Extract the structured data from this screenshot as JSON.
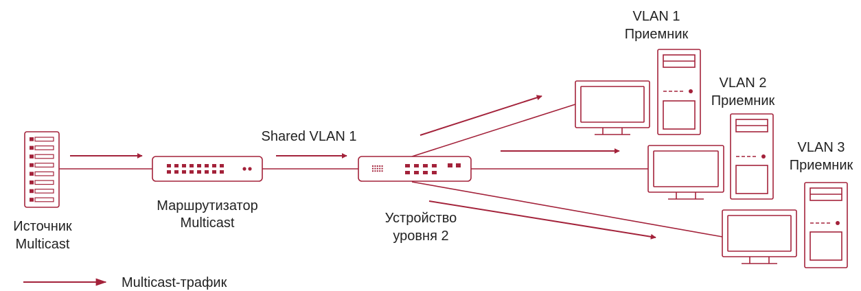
{
  "colors": {
    "accent": "#a3223a",
    "text": "#222222",
    "background": "#ffffff"
  },
  "source": {
    "line1": "Источник",
    "line2": "Multicast"
  },
  "router": {
    "line1": "Маршрутизатор",
    "line2": "Multicast"
  },
  "shared_vlan_label": "Shared VLAN 1",
  "l2_device": {
    "line1": "Устройство",
    "line2": "уровня 2"
  },
  "receivers": [
    {
      "vlan": "VLAN 1",
      "role": "Приемник"
    },
    {
      "vlan": "VLAN 2",
      "role": "Приемник"
    },
    {
      "vlan": "VLAN 3",
      "role": "Приемник"
    }
  ],
  "legend": {
    "label": "Multicast-трафик",
    "icon": "arrow-right-icon"
  }
}
